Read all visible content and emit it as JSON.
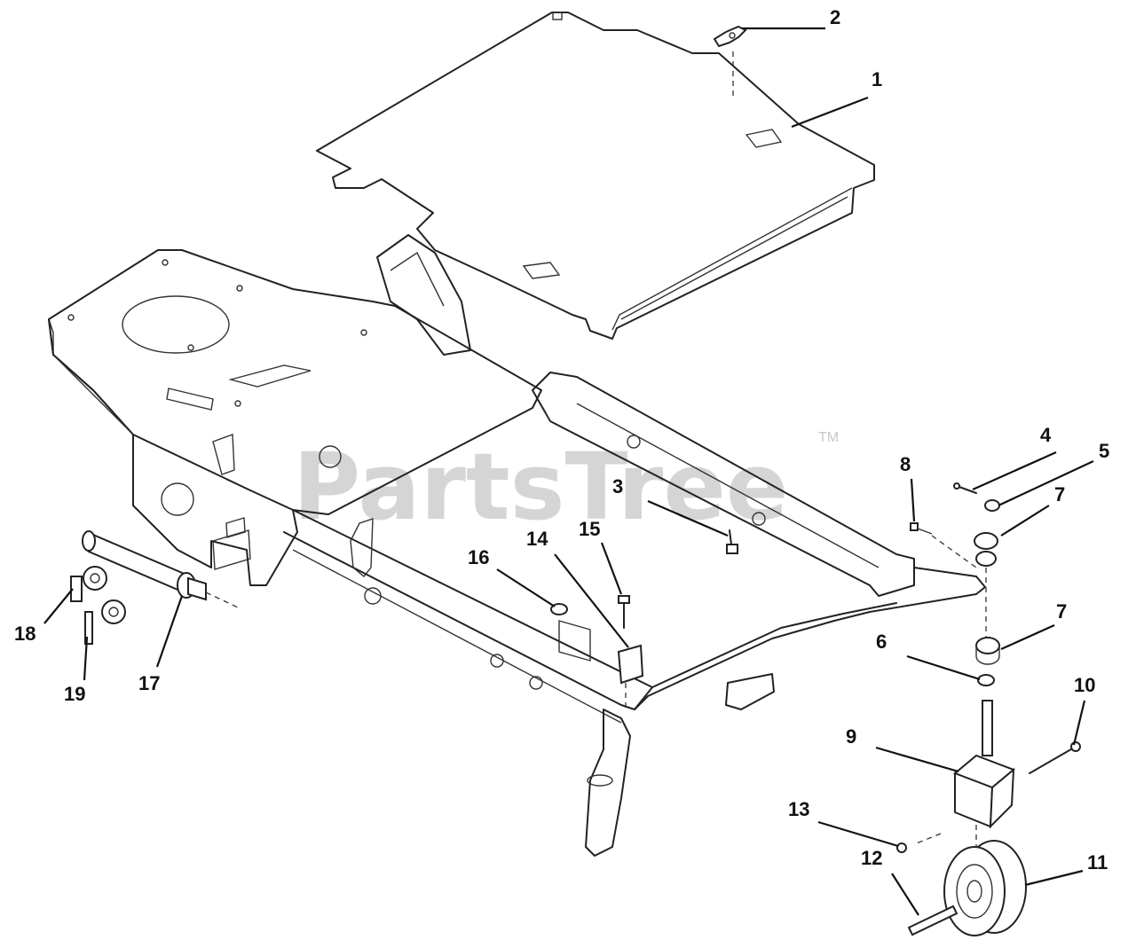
{
  "diagram": {
    "callouts": [
      {
        "id": "c1",
        "label": "1"
      },
      {
        "id": "c2",
        "label": "2"
      },
      {
        "id": "c3",
        "label": "3"
      },
      {
        "id": "c4",
        "label": "4"
      },
      {
        "id": "c5",
        "label": "5"
      },
      {
        "id": "c6",
        "label": "6"
      },
      {
        "id": "c7a",
        "label": "7"
      },
      {
        "id": "c7b",
        "label": "7"
      },
      {
        "id": "c8",
        "label": "8"
      },
      {
        "id": "c9",
        "label": "9"
      },
      {
        "id": "c10",
        "label": "10"
      },
      {
        "id": "c11",
        "label": "11"
      },
      {
        "id": "c12",
        "label": "12"
      },
      {
        "id": "c13",
        "label": "13"
      },
      {
        "id": "c14",
        "label": "14"
      },
      {
        "id": "c15",
        "label": "15"
      },
      {
        "id": "c16",
        "label": "16"
      },
      {
        "id": "c17",
        "label": "17"
      },
      {
        "id": "c18",
        "label": "18"
      },
      {
        "id": "c19",
        "label": "19"
      }
    ]
  },
  "watermark": {
    "text": "PartsTree",
    "trademark": "TM"
  }
}
